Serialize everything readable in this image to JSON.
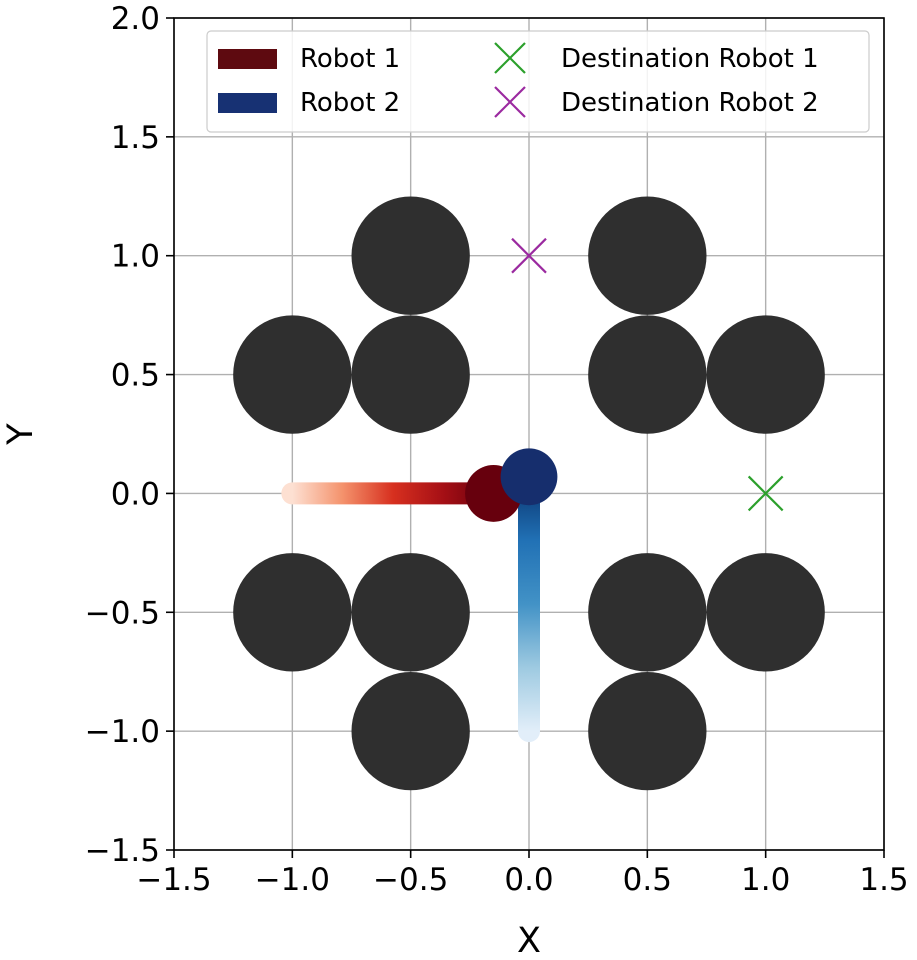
{
  "chart_data": {
    "type": "scatter",
    "xlabel": "X",
    "ylabel": "Y",
    "xlim": [
      -1.5,
      1.5
    ],
    "ylim": [
      -1.5,
      2.0
    ],
    "xticks": [
      -1.5,
      -1.0,
      -0.5,
      0.0,
      0.5,
      1.0,
      1.5
    ],
    "xtick_labels": [
      "−1.5",
      "−1.0",
      "−0.5",
      "0.0",
      "0.5",
      "1.0",
      "1.5"
    ],
    "yticks": [
      -1.5,
      -1.0,
      -0.5,
      0.0,
      0.5,
      1.0,
      1.5,
      2.0
    ],
    "ytick_labels": [
      "−1.5",
      "−1.0",
      "−0.5",
      "0.0",
      "0.5",
      "1.0",
      "1.5",
      "2.0"
    ],
    "grid": true,
    "legend_position": "top",
    "obstacles": {
      "radius": 0.25,
      "color": "#2f2f2f",
      "centers": [
        [
          -0.5,
          1.0
        ],
        [
          -1.0,
          0.5
        ],
        [
          -0.5,
          0.5
        ],
        [
          0.5,
          1.0
        ],
        [
          0.5,
          0.5
        ],
        [
          1.0,
          0.5
        ],
        [
          -1.0,
          -0.5
        ],
        [
          -0.5,
          -0.5
        ],
        [
          -0.5,
          -1.0
        ],
        [
          0.5,
          -0.5
        ],
        [
          1.0,
          -0.5
        ],
        [
          0.5,
          -1.0
        ]
      ]
    },
    "robots": [
      {
        "name": "Robot 1",
        "legend_color": "#5e0a10",
        "path": [
          [
            -1.0,
            0.0
          ],
          [
            -0.15,
            0.0
          ]
        ],
        "path_colors": [
          "#fde0d2",
          "#f4926c",
          "#d7301f",
          "#a50f15",
          "#67000d"
        ],
        "position": [
          -0.15,
          0.0
        ],
        "radius": 0.12,
        "color": "#67000d"
      },
      {
        "name": "Robot 2",
        "legend_color": "#173173",
        "path": [
          [
            0.0,
            -1.0
          ],
          [
            0.0,
            0.07
          ]
        ],
        "path_colors": [
          "#e2eef9",
          "#9ecae1",
          "#4292c6",
          "#2171b5",
          "#08306b"
        ],
        "position": [
          0.0,
          0.07
        ],
        "radius": 0.12,
        "color": "#162e6d"
      }
    ],
    "destinations": [
      {
        "name": "Destination Robot 1",
        "x": 1.0,
        "y": 0.0,
        "color": "#2ca02c"
      },
      {
        "name": "Destination Robot 2",
        "x": 0.0,
        "y": 1.0,
        "color": "#9b2aa0"
      }
    ]
  }
}
